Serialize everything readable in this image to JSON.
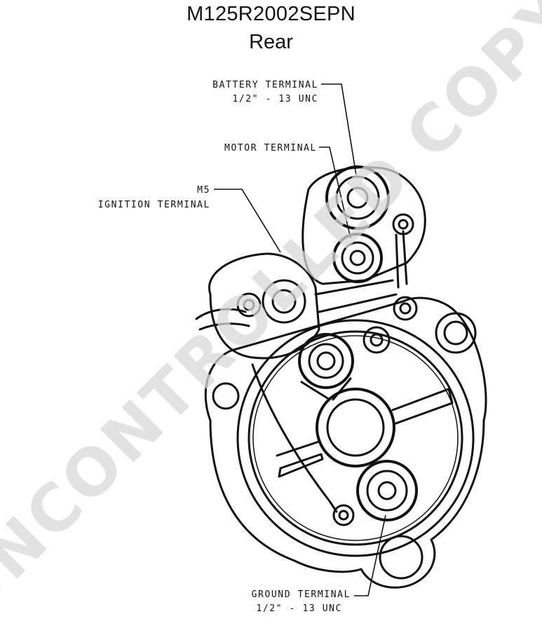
{
  "header": {
    "part_number": "M125R2002SEPN",
    "view": "Rear"
  },
  "callouts": {
    "battery_terminal": {
      "line1": "BATTERY TERMINAL",
      "line2": "1/2\" - 13 UNC"
    },
    "motor_terminal": {
      "line1": "MOTOR TERMINAL"
    },
    "ignition_terminal": {
      "line1": "M5",
      "line2": "IGNITION TERMINAL"
    },
    "ground_terminal": {
      "line1": "GROUND TERMINAL",
      "line2": "1/2\" - 13 UNC"
    }
  },
  "watermark": {
    "text": "UNCONTROLLED COPY",
    "color": "#d8d8d8"
  }
}
